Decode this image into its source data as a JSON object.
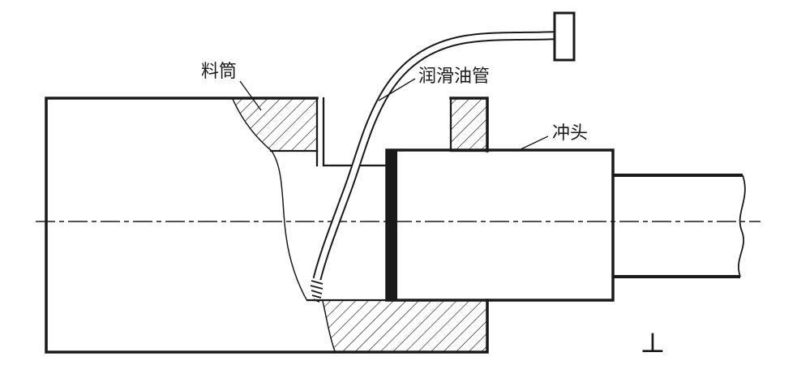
{
  "figure": {
    "type": "engineering-section-drawing",
    "labels": {
      "barrel": "料筒",
      "oil_pipe": "润滑油管",
      "punch": "冲头"
    },
    "figure_mark": "⊥"
  },
  "colors": {
    "line": "#1a1a1a",
    "background": "#ffffff"
  }
}
